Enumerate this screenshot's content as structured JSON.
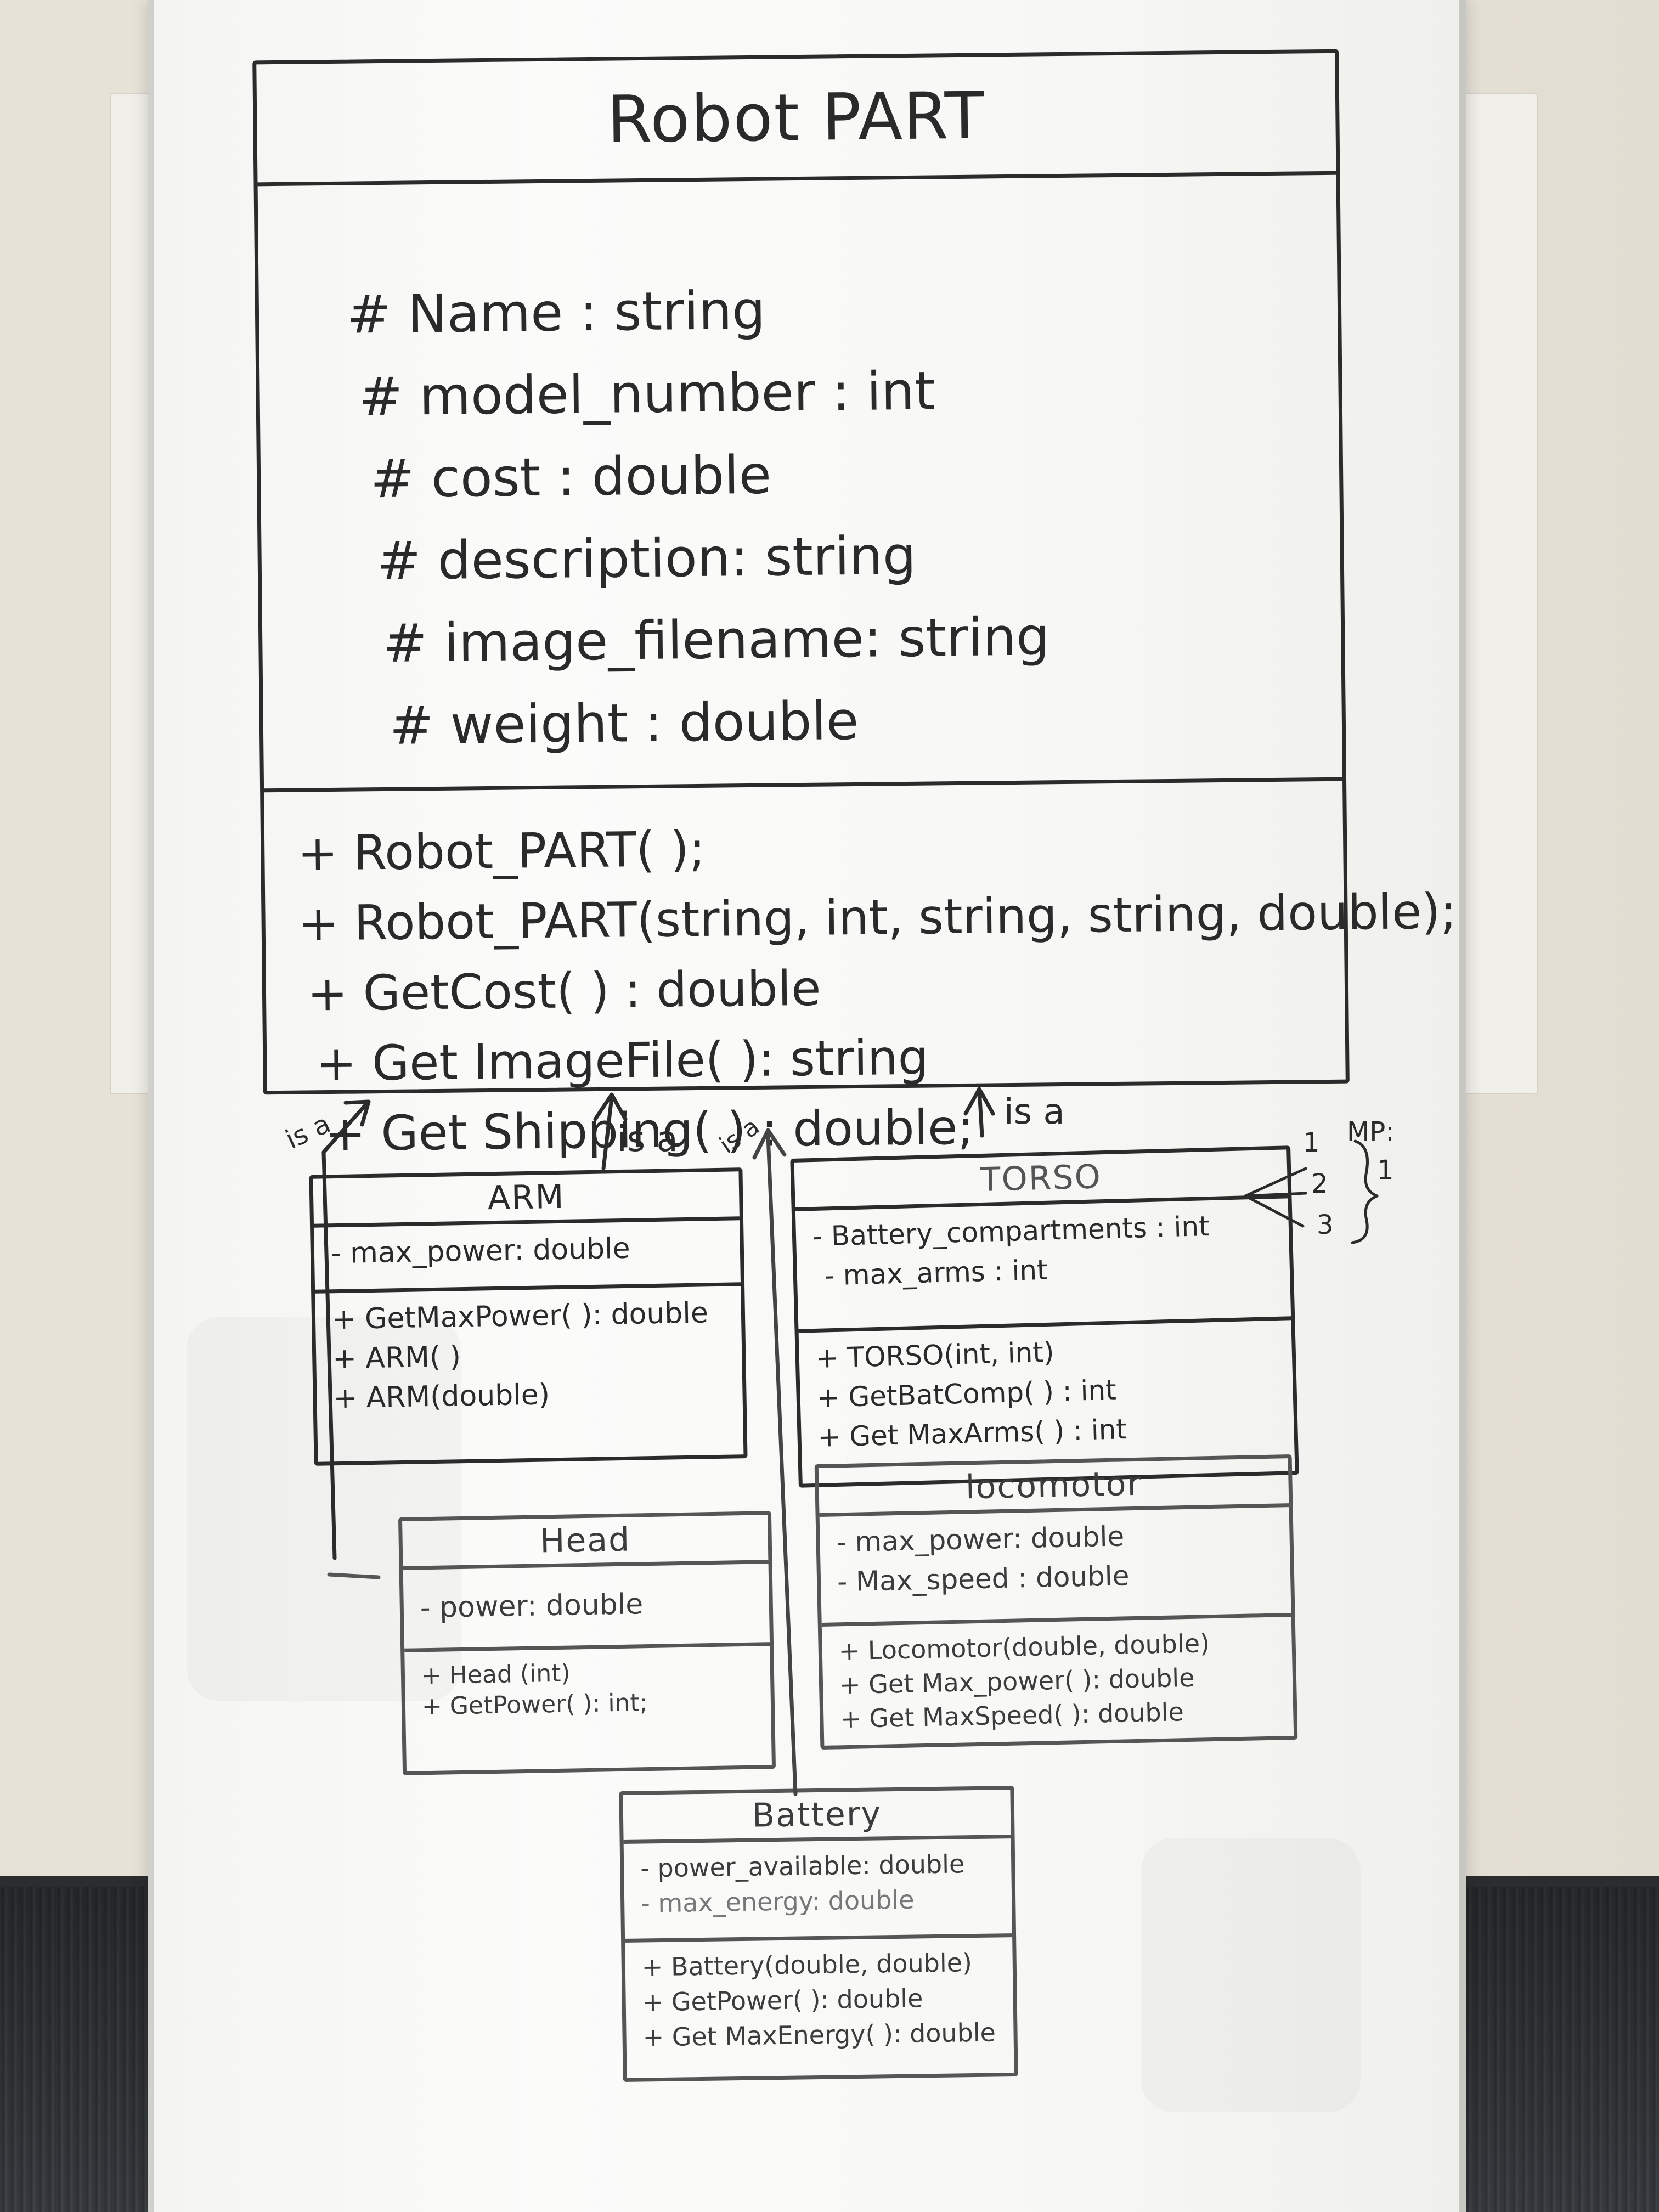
{
  "main_class": {
    "title": "Robot PART",
    "attributes": [
      "# Name : string",
      "# model_number : int",
      "# cost : double",
      "# description: string",
      "# image_filename: string",
      "# weight : double"
    ],
    "methods": [
      "+ Robot_PART( );",
      "+ Robot_PART(string, int, string, string, double);",
      "+ GetCost( ) : double",
      "+ Get ImageFile( ): string",
      "+ Get Shipping( ) : double;"
    ]
  },
  "arm": {
    "title": "ARM",
    "attributes": [
      "- max_power: double"
    ],
    "methods": [
      "+ GetMaxPower( ): double",
      "+ ARM( )",
      "+ ARM(double)"
    ]
  },
  "torso": {
    "title": "TORSO",
    "attributes": [
      "- Battery_compartments : int",
      "- max_arms : int"
    ],
    "methods": [
      "+ TORSO(int, int)",
      "+ GetBatComp( ) : int",
      "+ Get MaxArms( ) : int"
    ]
  },
  "head": {
    "title": "Head",
    "attributes": [
      "- power: double"
    ],
    "methods": [
      "+ Head (int)",
      "+ GetPower( ): int;"
    ]
  },
  "locomotor": {
    "title": "locomotor",
    "attributes": [
      "- max_power: double",
      "- Max_speed : double"
    ],
    "methods": [
      "+ Locomotor(double, double)",
      "+ Get Max_power( ): double",
      "+ Get MaxSpeed( ): double"
    ]
  },
  "battery": {
    "title": "Battery",
    "attributes": [
      "- power_available: double",
      "- max_energy: double"
    ],
    "methods": [
      "+ Battery(double, double)",
      "+ GetPower( ): double",
      "+ Get MaxEnergy( ): double"
    ]
  },
  "relations": {
    "isa_arm": "is a",
    "isa_center": "is a",
    "isa_head": "is a",
    "isa_torso": "is a"
  },
  "torso_note": {
    "n1": "1",
    "n2": "2",
    "n3": "3",
    "mp": "MP:",
    "mp_val": "1"
  }
}
